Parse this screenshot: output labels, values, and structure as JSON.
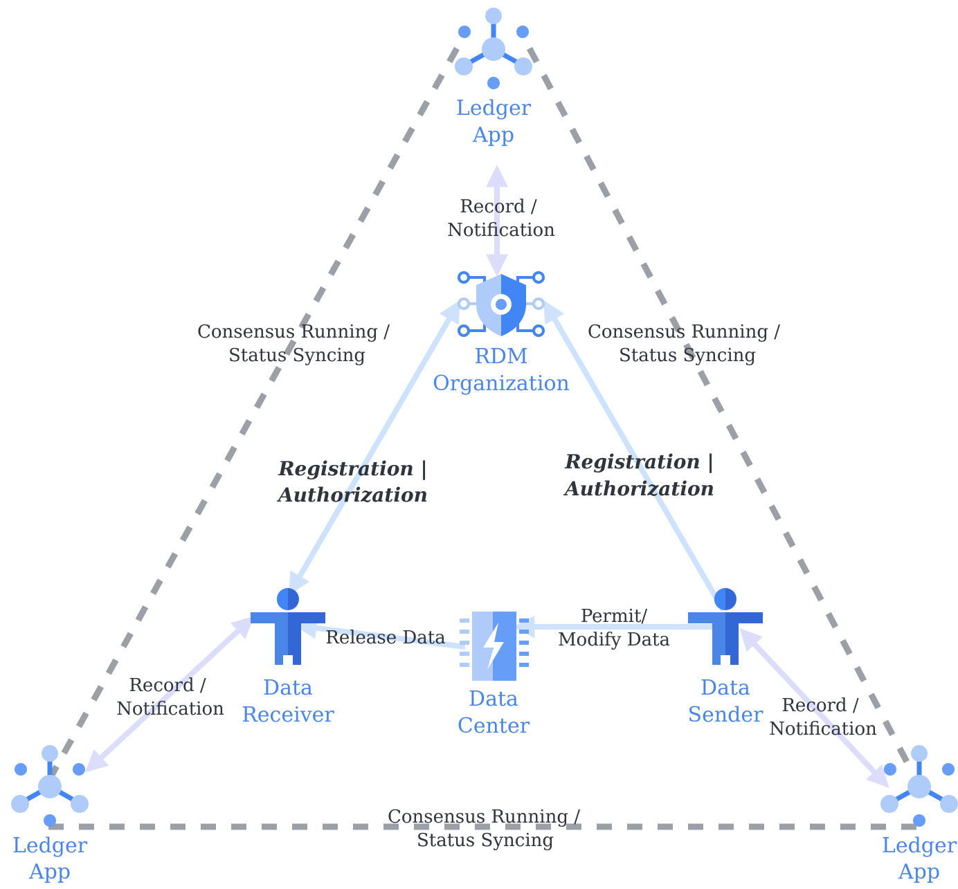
{
  "nodes": {
    "ledger_top": {
      "line1": "Ledger",
      "line2": "App"
    },
    "ledger_left": {
      "line1": "Ledger",
      "line2": "App"
    },
    "ledger_right": {
      "line1": "Ledger",
      "line2": "App"
    },
    "rdm": {
      "line1": "RDM",
      "line2": "Organization"
    },
    "receiver": {
      "line1": "Data",
      "line2": "Receiver"
    },
    "datacenter": {
      "line1": "Data",
      "line2": "Center"
    },
    "sender": {
      "line1": "Data",
      "line2": "Sender"
    }
  },
  "edges": {
    "consensus_left": {
      "line1": "Consensus Running /",
      "line2": "Status Syncing"
    },
    "consensus_right": {
      "line1": "Consensus Running /",
      "line2": "Status Syncing"
    },
    "consensus_bottom": {
      "line1": "Consensus Running /",
      "line2": "Status Syncing"
    },
    "record_top": {
      "line1": "Record /",
      "line2": "Notification"
    },
    "record_left": {
      "line1": "Record /",
      "line2": "Notification"
    },
    "record_right": {
      "line1": "Record /",
      "line2": "Notification"
    },
    "reg_left": {
      "line1": "Registration |",
      "line2": "Authorization"
    },
    "reg_right": {
      "line1": "Registration |",
      "line2": "Authorization"
    },
    "release": {
      "line1": "Release Data"
    },
    "permit": {
      "line1": "Permit/",
      "line2": "Modify Data"
    }
  },
  "colors": {
    "label_blue": "#4a86e8",
    "icon_light": "#aecbfa",
    "icon_mid": "#669df6",
    "icon_dark": "#4285f4",
    "dash_gray": "#9aa0a6",
    "flow_blue": "#cfe2fb",
    "flow_lavender": "#dcdcfb"
  },
  "icons": {
    "ledger": "ledger-network-icon",
    "rdm": "shield-circuit-icon",
    "person": "person-icon",
    "datacenter": "chip-bolt-icon"
  }
}
